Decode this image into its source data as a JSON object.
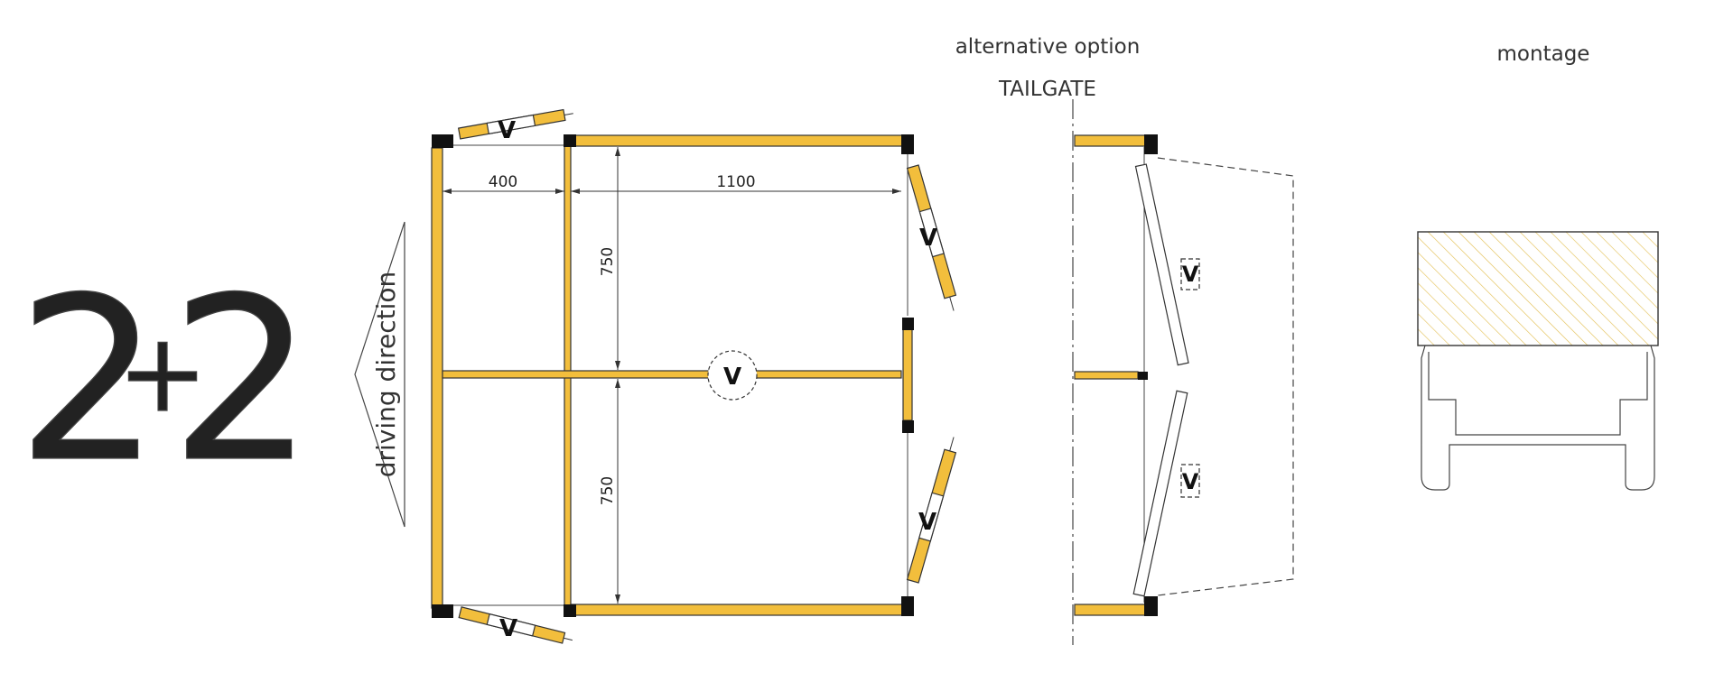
{
  "config_label": {
    "left": "2",
    "plus": "+",
    "right": "2"
  },
  "driving_direction": "driving direction",
  "dimensions": {
    "front_width": "400",
    "main_width": "1100",
    "upper_depth": "750",
    "lower_depth": "750"
  },
  "marks": {
    "door": "V"
  },
  "tailgate": {
    "line1": "alternative option",
    "line2": "TAILGATE"
  },
  "montage": "montage",
  "colors": {
    "panel": "#F2BE3C",
    "outline": "#333333",
    "post": "#111111",
    "hatch": "#E7C558"
  }
}
